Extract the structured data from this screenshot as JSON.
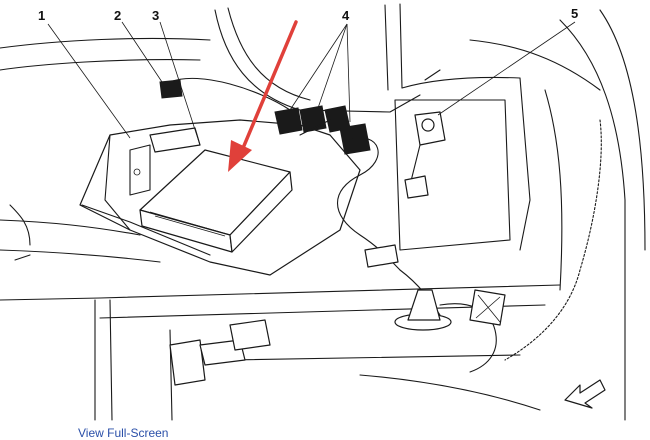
{
  "diagram": {
    "callouts": [
      {
        "id": "1",
        "label": "1"
      },
      {
        "id": "2",
        "label": "2"
      },
      {
        "id": "3",
        "label": "3"
      },
      {
        "id": "4",
        "label": "4"
      },
      {
        "id": "5",
        "label": "5"
      }
    ],
    "highlight_color": "#e0403a"
  },
  "footer": {
    "view_full_screen": "View Full-Screen"
  }
}
